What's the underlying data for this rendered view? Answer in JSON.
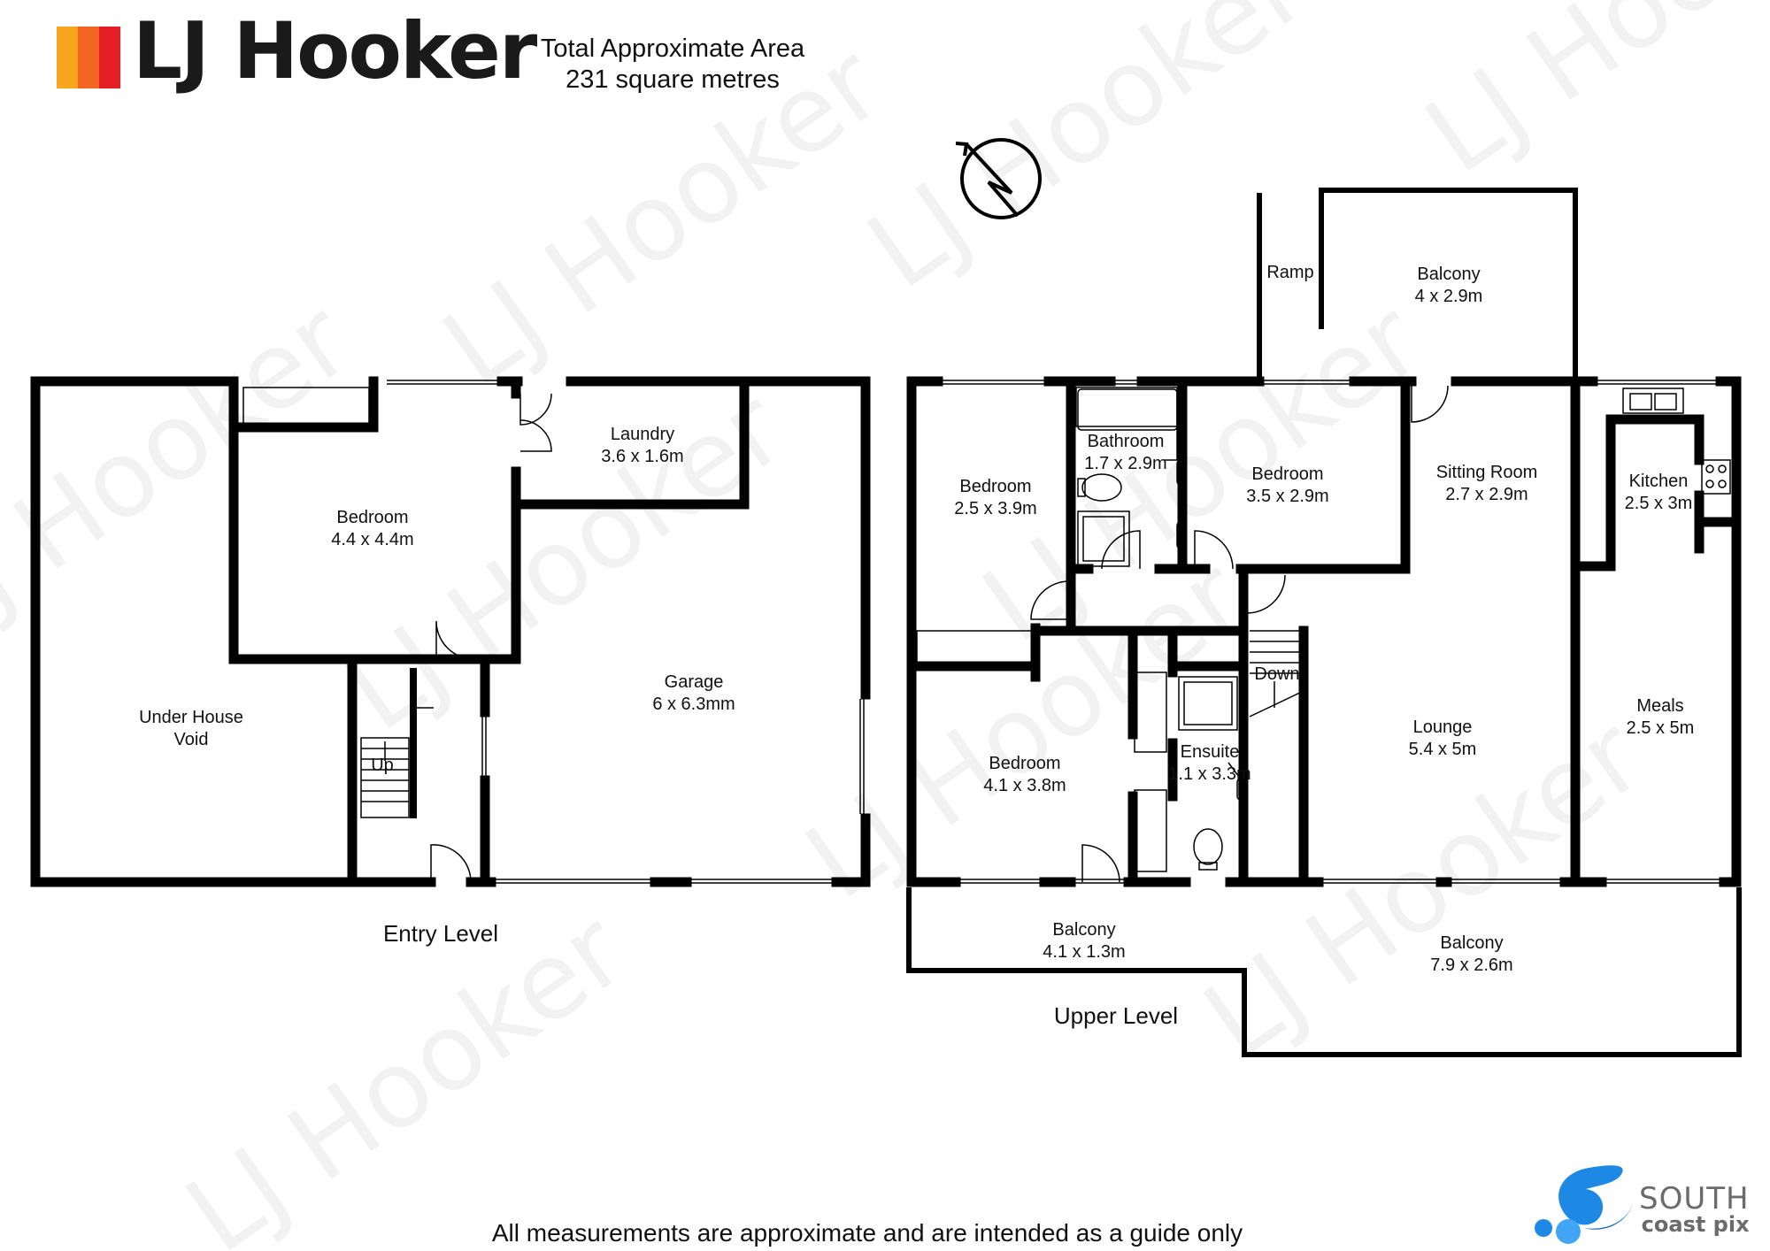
{
  "brand": {
    "name": "LJ Hooker",
    "colors": [
      "#f7a51c",
      "#f26522",
      "#e31e24"
    ],
    "watermark": "LJ Hooker"
  },
  "area": {
    "line1": "Total Approximate Area",
    "line2": "231 square metres"
  },
  "compass": {
    "icon": "north-arrow-icon"
  },
  "levels": {
    "entry": "Entry Level",
    "upper": "Upper Level"
  },
  "rooms": {
    "entry_bedroom": {
      "name": "Bedroom",
      "size": "4.4 x 4.4m"
    },
    "laundry": {
      "name": "Laundry",
      "size": "3.6 x 1.6m"
    },
    "under_house": {
      "name": "Under House",
      "size": "Void"
    },
    "garage": {
      "name": "Garage",
      "size": "6 x 6.3mm"
    },
    "up_label": "Up",
    "ramp": "Ramp",
    "top_balcony": {
      "name": "Balcony",
      "size": "4 x 2.9m"
    },
    "bedroom_a": {
      "name": "Bedroom",
      "size": "2.5 x 3.9m"
    },
    "bathroom": {
      "name": "Bathroom",
      "size": "1.7 x 2.9m"
    },
    "bedroom_b": {
      "name": "Bedroom",
      "size": "3.5 x 2.9m"
    },
    "sitting_room": {
      "name": "Sitting Room",
      "size": "2.7 x 2.9m"
    },
    "kitchen": {
      "name": "Kitchen",
      "size": "2.5 x 3m"
    },
    "down_label": "Down",
    "bedroom_c": {
      "name": "Bedroom",
      "size": "4.1 x 3.8m"
    },
    "ensuite": {
      "name": "Ensuite",
      "size": "1.1 x 3.3m"
    },
    "lounge": {
      "name": "Lounge",
      "size": "5.4 x 5m"
    },
    "meals": {
      "name": "Meals",
      "size": "2.5 x 5m"
    },
    "balcony_small": {
      "name": "Balcony",
      "size": "4.1 x 1.3m"
    },
    "balcony_large": {
      "name": "Balcony",
      "size": "7.9 x 2.6m"
    }
  },
  "footer": "All measurements are approximate and are intended as a guide only",
  "photographer": {
    "line1": "SOUTH",
    "line2": "coast pix",
    "color": "#1e88e5"
  }
}
